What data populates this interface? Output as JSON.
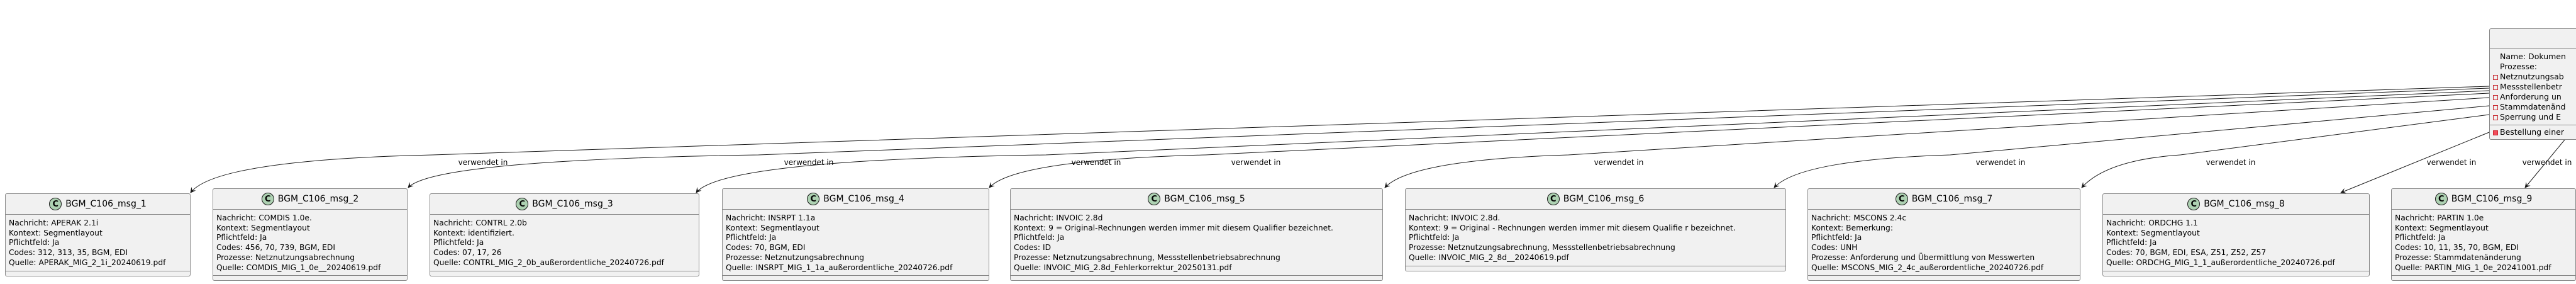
{
  "main_class": {
    "name_line": "Name: Dokumen",
    "prozesse_label": "Prozesse:",
    "prozesse": [
      "Netznutzungsab",
      "Messstellenbetr",
      "Anforderung un",
      "Stammdatenänd",
      "Sperrung und E"
    ],
    "extra": "Bestellung einer"
  },
  "edge_label": "verwendet in",
  "messages": [
    {
      "name": "BGM_C106_msg_1",
      "lines": [
        "Nachricht: APERAK 2.1i",
        "Kontext: Segmentlayout",
        "Pflichtfeld: Ja",
        "Codes: 312, 313, 35, BGM, EDI",
        "Quelle: APERAK_MIG_2_1i_20240619.pdf"
      ]
    },
    {
      "name": "BGM_C106_msg_2",
      "lines": [
        "Nachricht: COMDIS 1.0e.",
        "Kontext: Segmentlayout",
        "Pflichtfeld: Ja",
        "Codes: 456, 70, 739, BGM, EDI",
        "Prozesse: Netznutzungsabrechnung",
        "Quelle: COMDIS_MIG_1_0e__20240619.pdf"
      ]
    },
    {
      "name": "BGM_C106_msg_3",
      "lines": [
        "Nachricht: CONTRL 2.0b",
        "Kontext: identifiziert.",
        "Pflichtfeld: Ja",
        "Codes: 07, 17, 26",
        "Quelle: CONTRL_MIG_2_0b_außerordentliche_20240726.pdf"
      ]
    },
    {
      "name": "BGM_C106_msg_4",
      "lines": [
        "Nachricht: INSRPT 1.1a",
        "Kontext: Segmentlayout",
        "Pflichtfeld: Ja",
        "Codes: 70, BGM, EDI",
        "Prozesse: Netznutzungsabrechnung",
        "Quelle: INSRPT_MIG_1_1a_außerordentliche_20240726.pdf"
      ]
    },
    {
      "name": "BGM_C106_msg_5",
      "lines": [
        "Nachricht: INVOIC 2.8d",
        "Kontext: 9 = Original-Rechnungen werden immer mit diesem Qualifier bezeichnet.",
        "Pflichtfeld: Ja",
        "Codes: ID",
        "Prozesse: Netznutzungsabrechnung, Messstellenbetriebsabrechnung",
        "Quelle: INVOIC_MIG_2.8d_Fehlerkorrektur_20250131.pdf"
      ]
    },
    {
      "name": "BGM_C106_msg_6",
      "lines": [
        "Nachricht: INVOIC 2.8d.",
        "Kontext: 9 = Original - Rechnungen werden immer mit diesem Qualifie r bezeichnet.",
        "Pflichtfeld: Ja",
        "Prozesse: Netznutzungsabrechnung, Messstellenbetriebsabrechnung",
        "Quelle: INVOIC_MIG_2_8d__20240619.pdf"
      ]
    },
    {
      "name": "BGM_C106_msg_7",
      "lines": [
        "Nachricht: MSCONS 2.4c",
        "Kontext: Bemerkung:",
        "Pflichtfeld: Ja",
        "Codes: UNH",
        "Prozesse: Anforderung und Übermittlung von Messwerten",
        "Quelle: MSCONS_MIG_2_4c_außerordentliche_20240726.pdf"
      ]
    },
    {
      "name": "BGM_C106_msg_8",
      "lines": [
        "Nachricht: ORDCHG 1.1",
        "Kontext: Segmentlayout",
        "Pflichtfeld: Ja",
        "Codes: 70, BGM, EDI, ESA, Z51, Z52, Z57",
        "Quelle: ORDCHG_MIG_1_1_außerordentliche_20240726.pdf"
      ]
    },
    {
      "name": "BGM_C106_msg_9",
      "lines": [
        "Nachricht: PARTIN 1.0e",
        "Kontext: Segmentlayout",
        "Pflichtfeld: Ja",
        "Codes: 10, 11, 35, 70, BGM, EDI",
        "Prozesse: Stammdatenänderung",
        "Quelle: PARTIN_MIG_1_0e_20241001.pdf"
      ]
    }
  ]
}
